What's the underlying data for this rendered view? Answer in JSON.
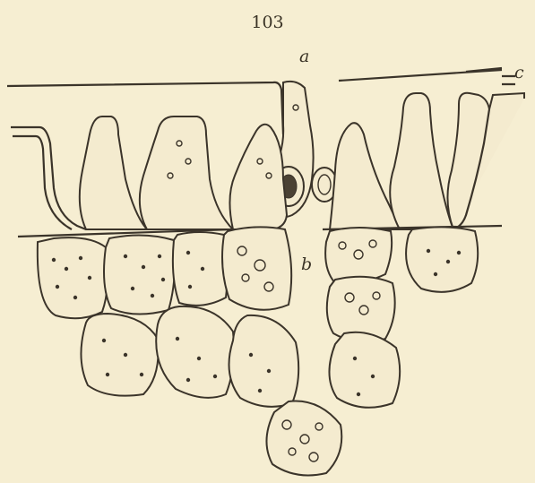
{
  "page_number": "103",
  "labels": {
    "a": "a",
    "b": "b",
    "c": "c"
  }
}
